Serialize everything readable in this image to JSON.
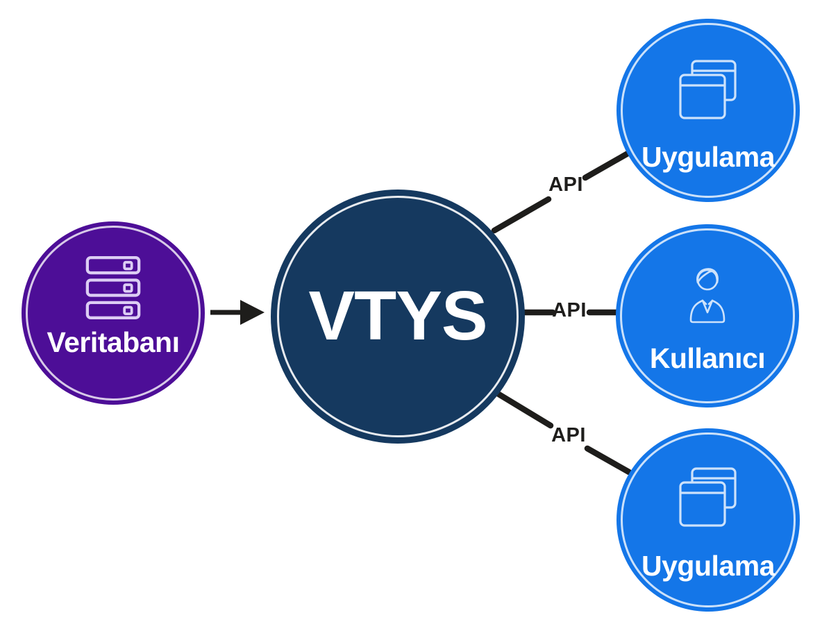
{
  "nodes": [
    {
      "id": "veritabani",
      "label": "Veritabanı",
      "color": "#4d0e97",
      "icon": "database-server-icon"
    },
    {
      "id": "vtys",
      "label": "VTYS",
      "color": "#15395f",
      "icon": "none"
    },
    {
      "id": "uygulama-top",
      "label": "Uygulama",
      "color": "#1476e8",
      "icon": "app-windows-icon"
    },
    {
      "id": "kullanici",
      "label": "Kullanıcı",
      "color": "#1476e8",
      "icon": "user-person-icon"
    },
    {
      "id": "uygulama-bottom",
      "label": "Uygulama",
      "color": "#1476e8",
      "icon": "app-windows-icon"
    }
  ],
  "edges": [
    {
      "id": "veritabani-to-vtys",
      "label": "",
      "type": "arrow"
    },
    {
      "id": "api-top",
      "label": "API",
      "type": "line"
    },
    {
      "id": "api-middle",
      "label": "API",
      "type": "line"
    },
    {
      "id": "api-bottom",
      "label": "API",
      "type": "line"
    }
  ],
  "colors": {
    "background": "#ffffff",
    "connector": "#1e1d1b",
    "node_blue": "#1476e8",
    "node_purple": "#4d0e97",
    "node_navy": "#15395f",
    "node_label_text": "#ffffff",
    "api_label_text": "#1e1d1b",
    "icon_stroke_blue": "#cde2fb",
    "icon_stroke_purple": "#dccdf4",
    "inner_ring": "#ffffff"
  }
}
